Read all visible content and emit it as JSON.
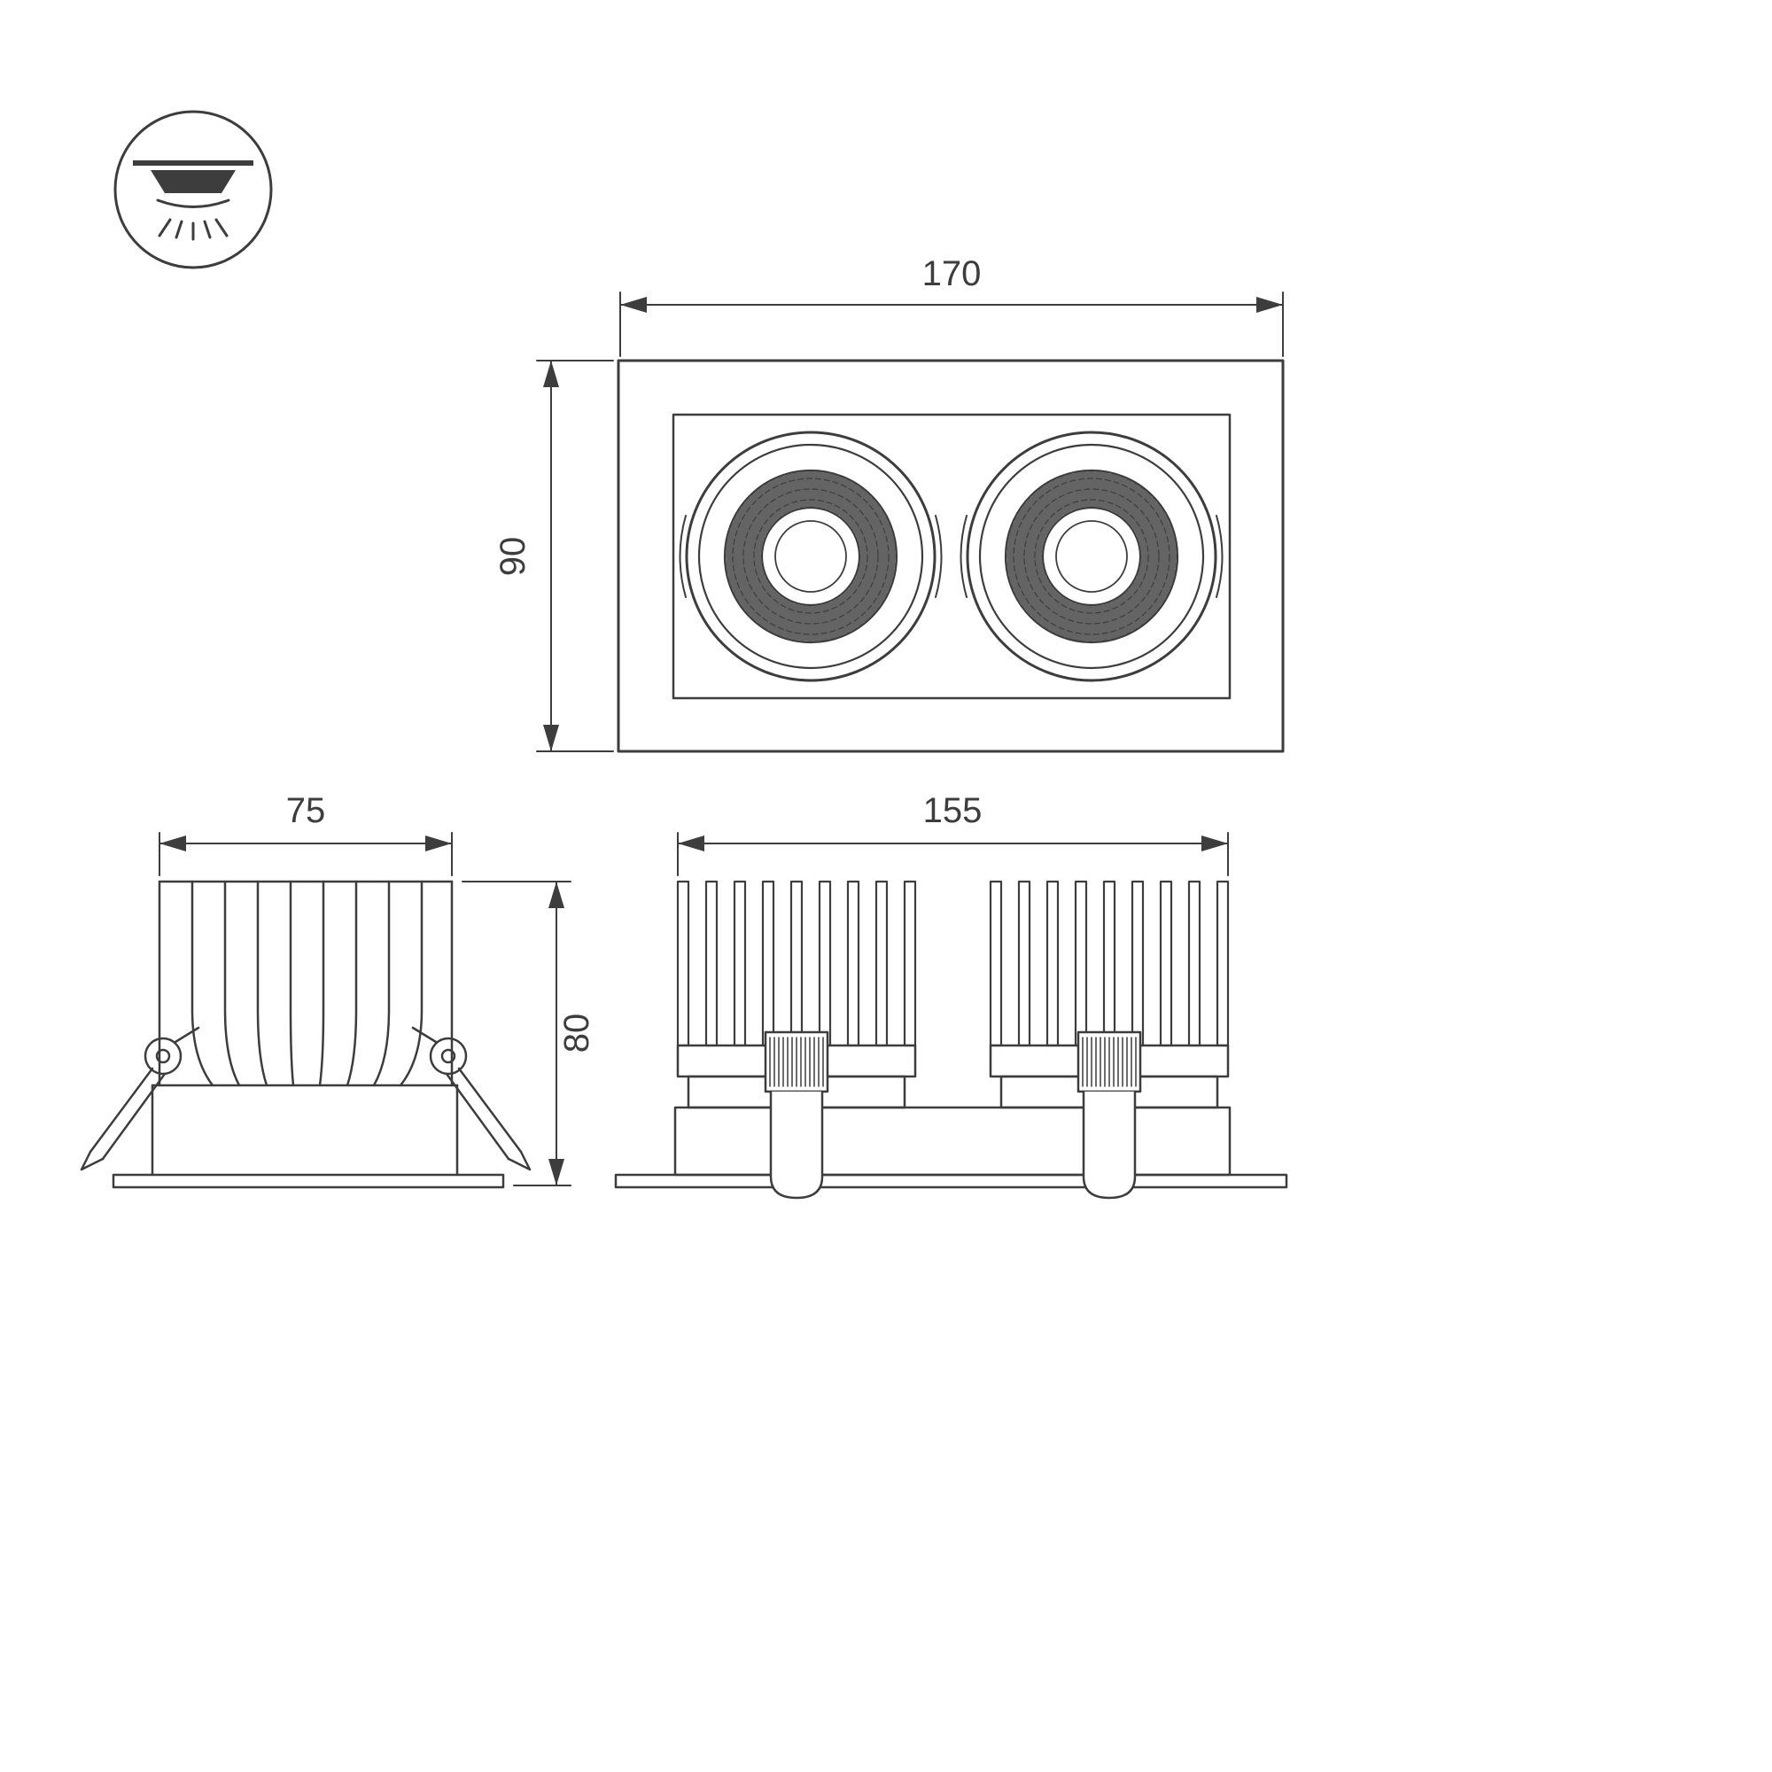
{
  "colors": {
    "line": "#3d3d3d",
    "background": "#ffffff"
  },
  "icons": {
    "type_badge": "recessed-downlight-icon"
  },
  "dimensions": {
    "front_width": "170",
    "front_height": "90",
    "side_width": "75",
    "side_height": "80",
    "base_width": "155"
  }
}
